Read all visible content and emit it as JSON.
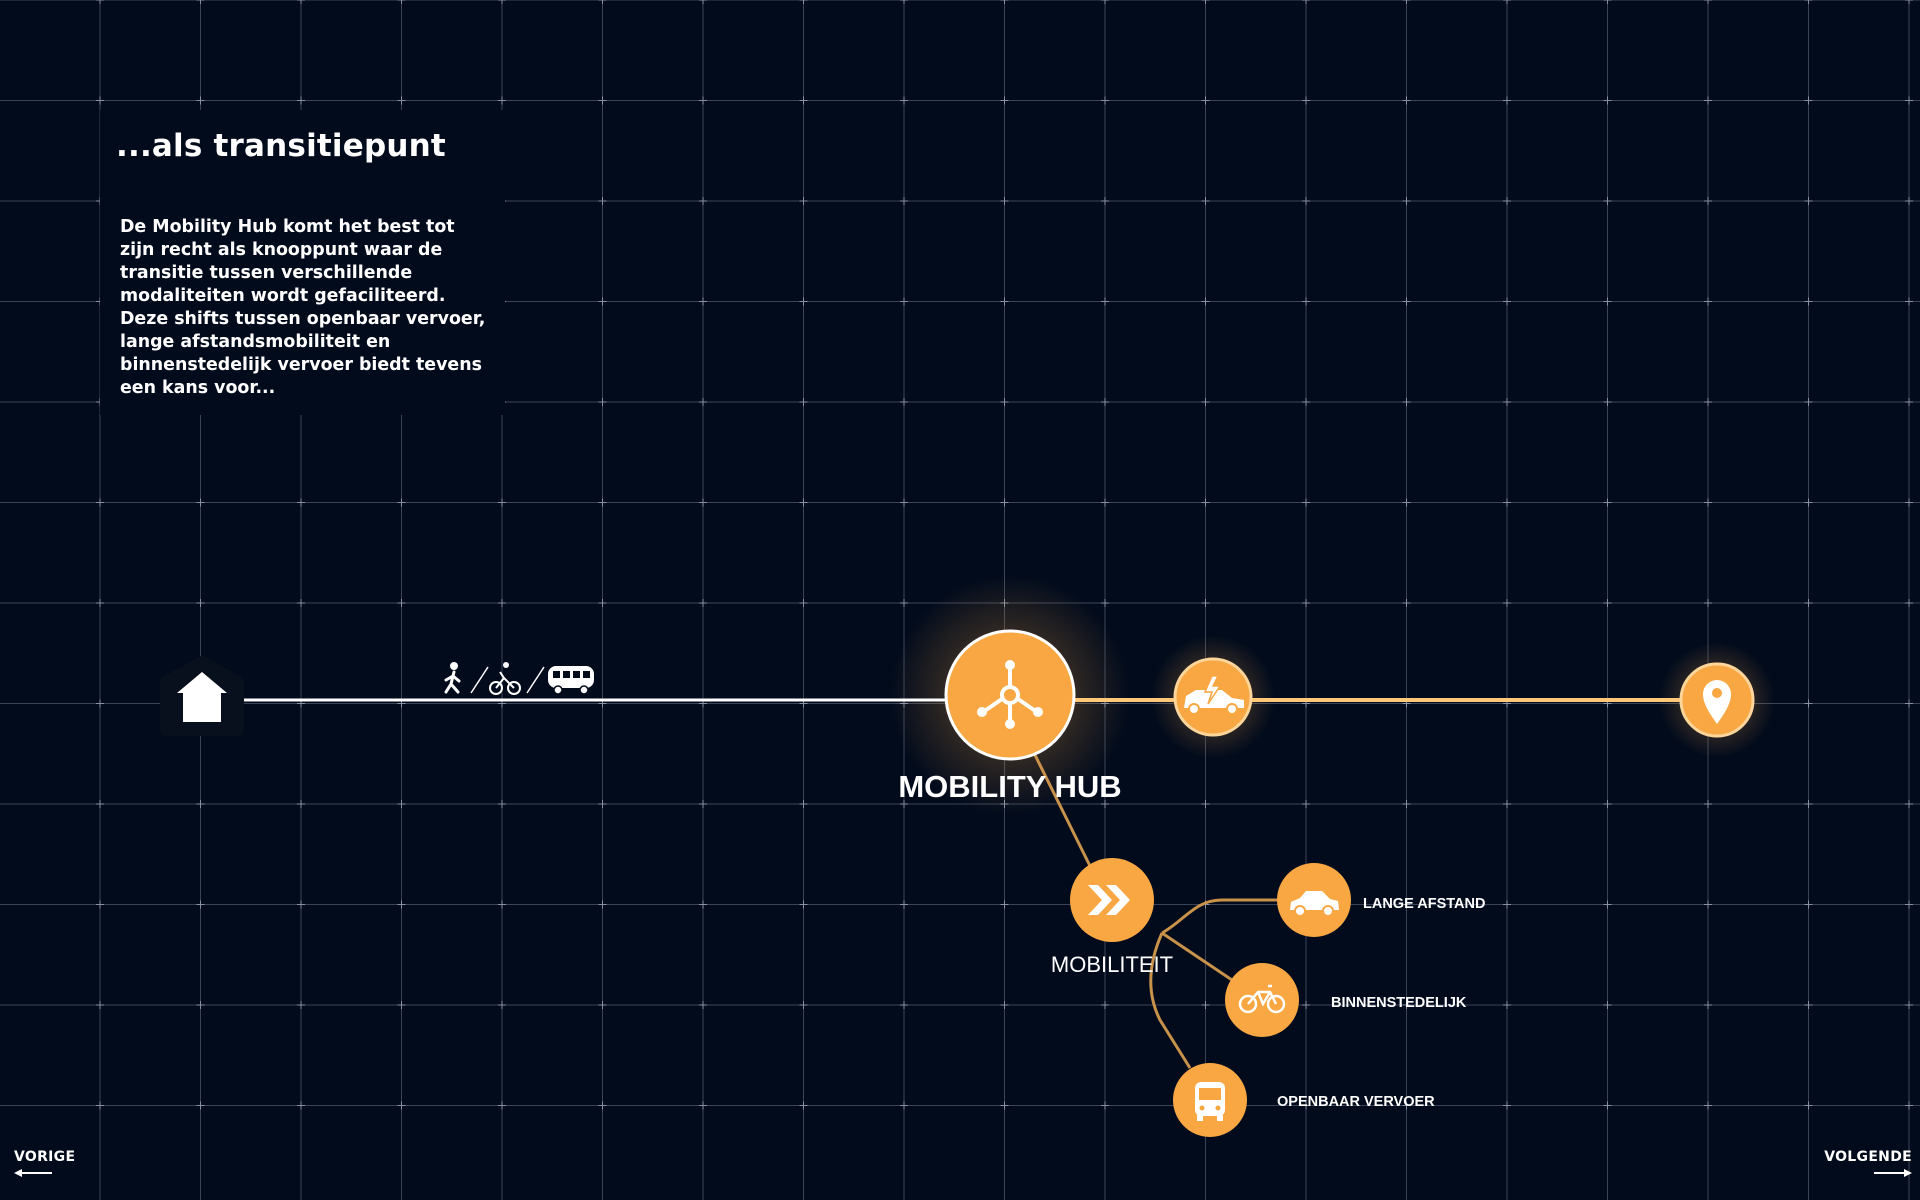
{
  "header": {
    "title": "...als transitiepunt",
    "description": "De Mobility Hub komt het best tot zijn recht als knooppunt waar de transitie tussen verschillende modaliteiten wordt gefaciliteerd. Deze shifts tussen openbaar vervoer, lange afstandsmobiliteit en binnenstedelijk vervoer biedt tevens een kans voor..."
  },
  "diagram": {
    "hub_label": "MOBILITY HUB",
    "mobility_label": "MOBILITEIT",
    "branches": [
      {
        "label": "LANGE AFSTAND",
        "icon": "car-icon"
      },
      {
        "label": "BINNENSTEDELIJK",
        "icon": "bicycle-icon"
      },
      {
        "label": "OPENBAAR VERVOER",
        "icon": "bus-icon"
      }
    ],
    "route_icons": [
      "home-icon",
      "walking-icon",
      "cycling-icon",
      "shuttle-bus-icon",
      "hub-network-icon",
      "electric-car-icon",
      "location-pin-icon",
      "fast-forward-icon"
    ]
  },
  "navigation": {
    "prev_label": "VORIGE",
    "next_label": "VOLGENDE"
  },
  "colors": {
    "background": "#020b1c",
    "accent": "#f8a743",
    "line": "#ffffff",
    "grid": "#3a4458"
  }
}
